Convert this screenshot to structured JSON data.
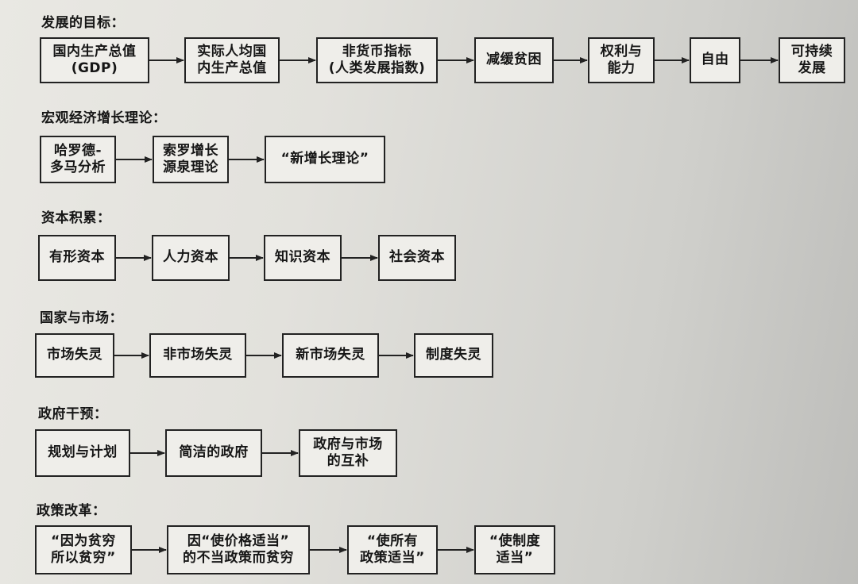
{
  "rows": [
    {
      "id": "development-goals",
      "title": "发展的目标：",
      "boxes": [
        "国内生产总值\n(GDP)",
        "实际人均国\n内生产总值",
        "非货币指标\n(人类发展指数)",
        "减缓贫困",
        "权利与\n能力",
        "自由",
        "可持续\n发展"
      ]
    },
    {
      "id": "macro-growth-theory",
      "title": "宏观经济增长理论：",
      "boxes": [
        "哈罗德-\n多马分析",
        "索罗增长\n源泉理论",
        "“新增长理论”"
      ]
    },
    {
      "id": "capital-accumulation",
      "title": "资本积累：",
      "boxes": [
        "有形资本",
        "人力资本",
        "知识资本",
        "社会资本"
      ]
    },
    {
      "id": "state-and-market",
      "title": "国家与市场：",
      "boxes": [
        "市场失灵",
        "非市场失灵",
        "新市场失灵",
        "制度失灵"
      ]
    },
    {
      "id": "government-intervention",
      "title": "政府干预：",
      "boxes": [
        "规划与计划",
        "简洁的政府",
        "政府与市场\n的互补"
      ]
    },
    {
      "id": "policy-reform",
      "title": "政策改革：",
      "boxes": [
        "“因为贫穷\n所以贫穷”",
        "因“使价格适当”\n的不当政策而贫穷",
        "“使所有\n政策适当”",
        "“使制度\n适当”"
      ]
    }
  ]
}
